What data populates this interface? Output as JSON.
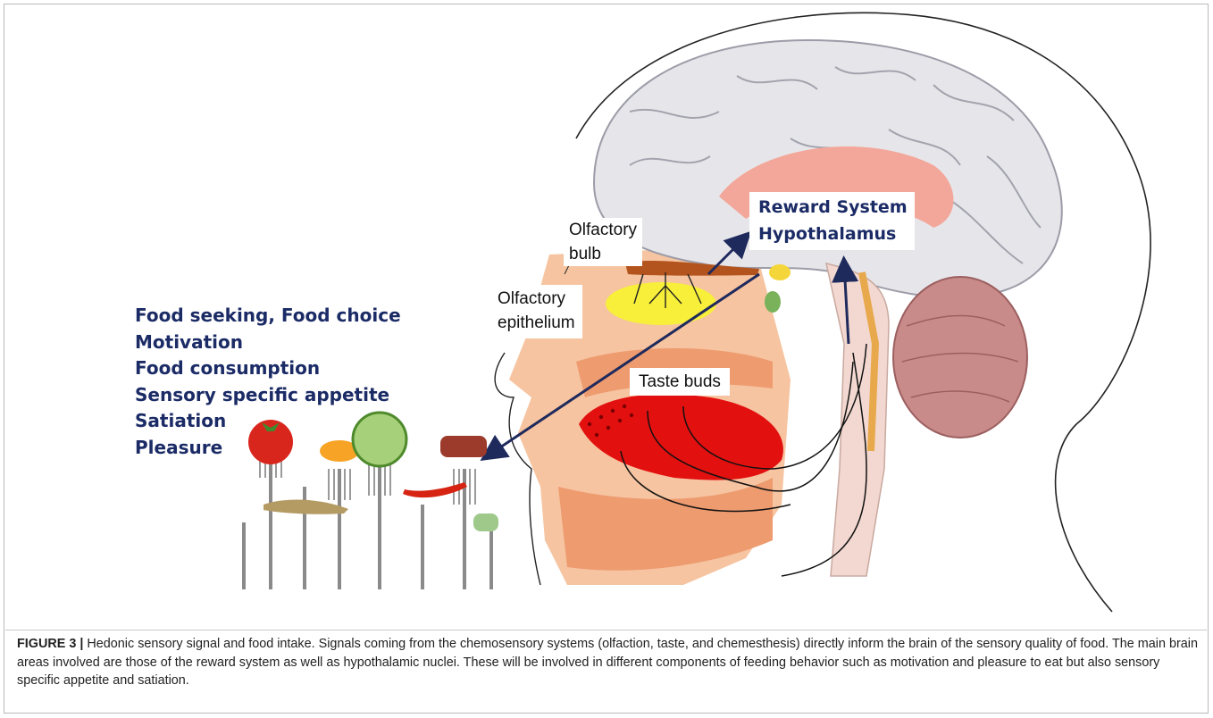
{
  "figure": {
    "labels": {
      "olfactory_bulb_1": "Olfactory",
      "olfactory_bulb_2": "bulb",
      "olfactory_epithelium_1": "Olfactory",
      "olfactory_epithelium_2": "epithelium",
      "taste_buds": "Taste buds",
      "reward_system": "Reward System",
      "hypothalamus": "Hypothalamus"
    },
    "behaviors": [
      "Food seeking, Food choice",
      "Motivation",
      "Food consumption",
      "Sensory specific appetite",
      "Satiation",
      "Pleasure"
    ],
    "colors": {
      "text_navy": "#1b2b66",
      "arrow": "#1f2a5c",
      "skin": "#f6c4a0",
      "skin_dark": "#ee9b70",
      "tongue": "#e31010",
      "brain": "#e6e6ea",
      "olfactory_epithelium": "#f7ef3a",
      "olfactory_bulb": "#b3541e",
      "cerebellum": "#c98a8a"
    }
  },
  "caption": {
    "label": "FIGURE 3 |",
    "text": " Hedonic sensory signal and food intake. Signals coming from the chemosensory systems (olfaction, taste, and chemesthesis) directly inform the brain of the sensory quality of food. The main brain areas involved are those of the reward system as well as hypothalamic nuclei. These will be involved in different components of feeding behavior such as motivation and pleasure to eat but also sensory specific appetite and satiation."
  }
}
